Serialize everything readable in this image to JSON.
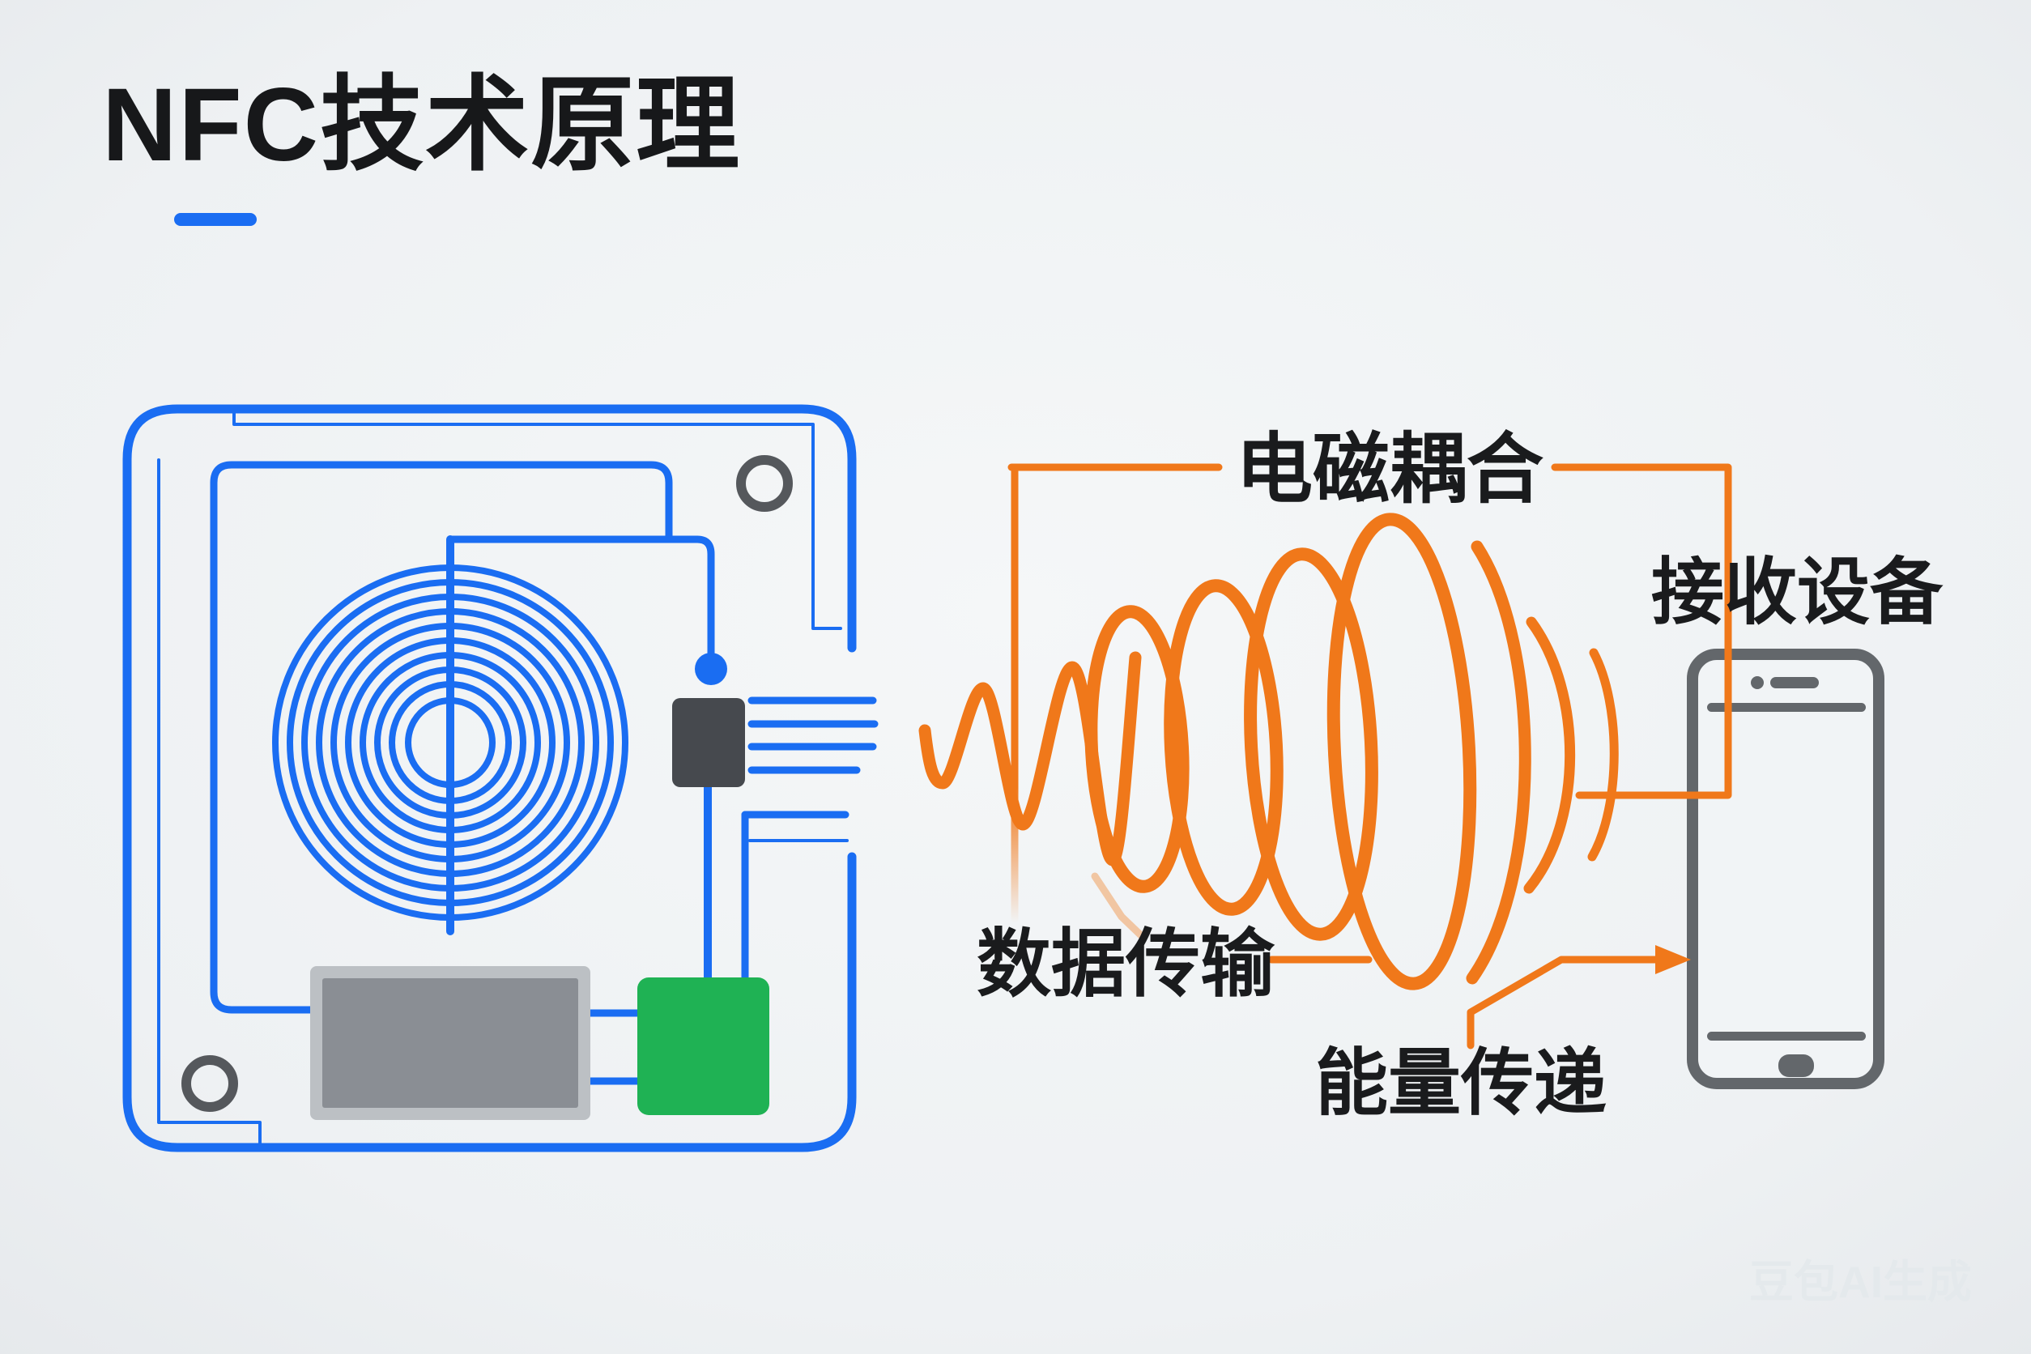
{
  "title": {
    "text": "NFC技术原理"
  },
  "diagram": {
    "labels": {
      "coupling": "电磁耦合",
      "data_transfer": "数据传输",
      "energy_transfer": "能量传递",
      "receiver": "接收设备"
    }
  },
  "watermark": {
    "text": "豆包AI生成"
  },
  "colors": {
    "background": "#eef1f3",
    "trace_blue": "#1a6df2",
    "wave_orange": "#f0781a",
    "chip_dark": "#46494e",
    "module_gray": "#8a8e94",
    "module_gray_light": "#bcc0c4",
    "module_green": "#1fb254",
    "phone_gray": "#63676b",
    "hole_gray": "#55585c",
    "title_underline": "#1a6df2"
  }
}
